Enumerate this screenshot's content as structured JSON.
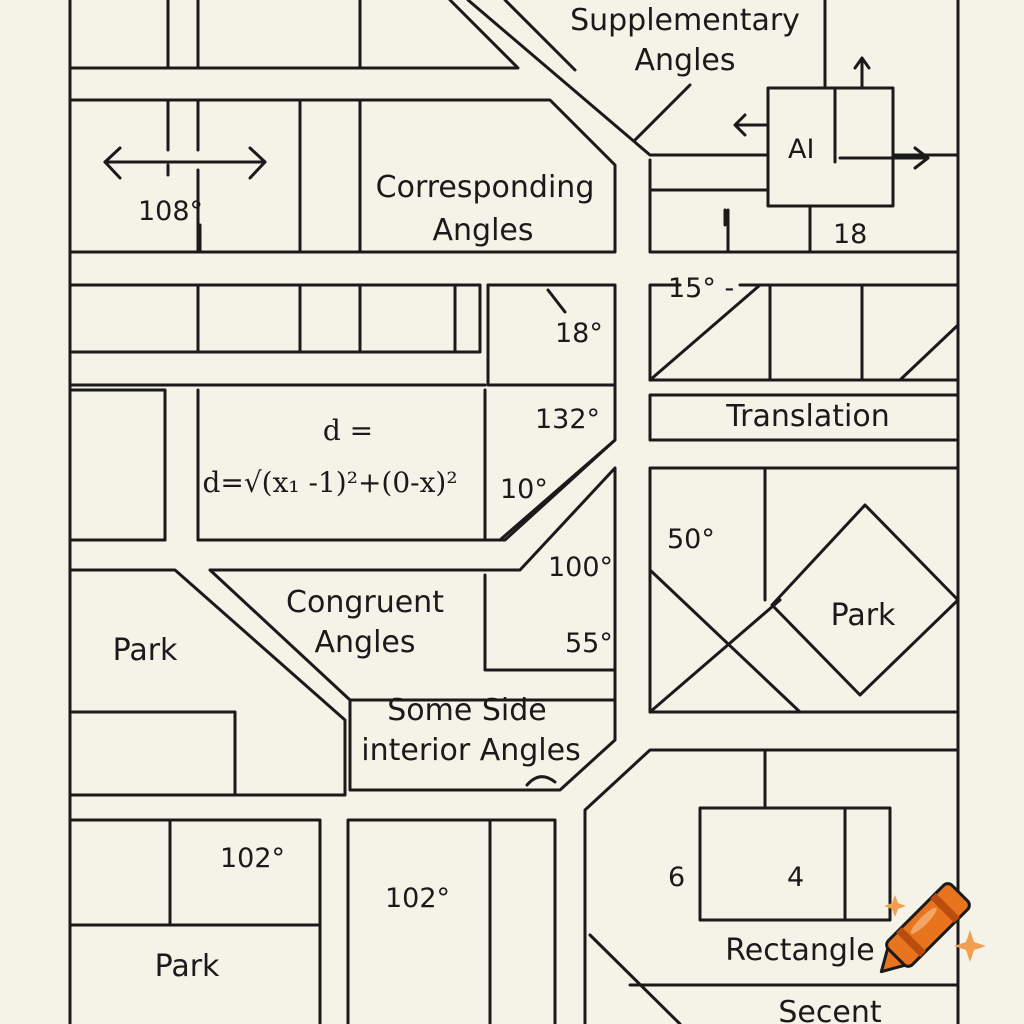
{
  "colors": {
    "paper": "#f5f2e7",
    "ink": "#1a1a1a",
    "crayon": "#e8741e",
    "crayon_dark": "#b94d0f",
    "sparkle": "#f0a050"
  },
  "labels": {
    "supplementary_line1": "Supplementary",
    "supplementary_line2": "Angles",
    "ai_box": "AI",
    "angle_108": "108°",
    "corresponding_line1": "Corresponding",
    "corresponding_line2": "Angles",
    "num_18_top": "18",
    "angle_15": "15° -",
    "angle_18": "18°",
    "angle_132": "132°",
    "translation": "Translation",
    "formula_line1": "d =",
    "formula_line2": "d=√(x₁ -1)²+(0-x)²",
    "angle_10": "10°",
    "angle_100": "100°",
    "angle_50": "50°",
    "congruent_line1": "Congruent",
    "congruent_line2": "Angles",
    "angle_55": "55°",
    "park_left": "Park",
    "park_diamond": "Park",
    "same_side_line1": "Some Side",
    "same_side_line2": "interior Angles",
    "angle_102_a": "102°",
    "angle_102_b": "102°",
    "num_6": "6",
    "num_4": "4",
    "rectangle": "Rectangle",
    "park_bottom": "Park",
    "secant": "Secent"
  },
  "icons": {
    "double_arrow": "double-arrow-icon",
    "compass_arrows": "compass-arrows-icon",
    "crayon": "crayon-icon",
    "sparkle": "sparkle-icon"
  }
}
